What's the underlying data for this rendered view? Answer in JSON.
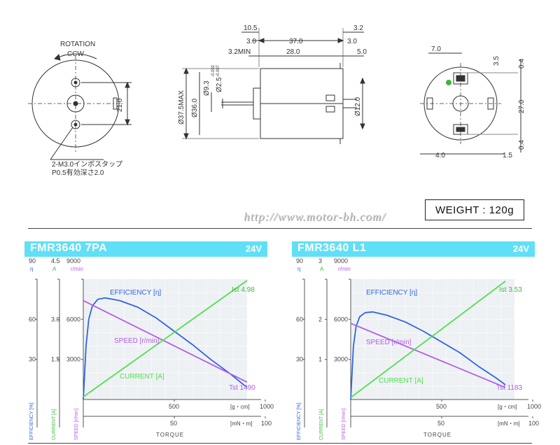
{
  "drawing": {
    "rotation_label": "ROTATION",
    "rotation_dir": "CCW",
    "tap_note_1": "2-M3.0インボスタップ",
    "tap_note_2": "P0.5有効深さ2.0",
    "dims": {
      "d21": "21.0",
      "d105": "10.5",
      "d32a": "3.2",
      "d30a": "3.0",
      "d370": "37.0",
      "d30b": "3.0",
      "d32min": "3.2MIN",
      "d280": "28.0",
      "d50": "5.0",
      "d375": "Ø37.5MAX",
      "d360": "Ø36.0",
      "d93": "Ø9.3",
      "d25": "Ø2.5",
      "tol_up": "-0.002",
      "tol_dn": "-0.007",
      "d120": "Ø12.0",
      "d70": "7.0",
      "d35": "3.5",
      "d04a": "0.4",
      "d270": "27.0",
      "d04b": "0.4",
      "d40": "4.0",
      "d15": "1.5"
    }
  },
  "weight": "WEIGHT : 120g",
  "url": "http://www.motor-bh.com/",
  "chart_data": [
    {
      "type": "line",
      "title": "FMR3640 7PA",
      "voltage": "24V",
      "xlabel": "TORQUE",
      "x_units_top": "[g・cm]",
      "x_units_bottom": "[mN・m]",
      "x_ticks_top": [
        "500",
        "1000"
      ],
      "x_ticks_bottom": [
        "50",
        "100"
      ],
      "xlim_gcm": [
        0,
        1000
      ],
      "axes": {
        "eta": {
          "label": "η",
          "ticks": [
            "30",
            "60",
            "90"
          ],
          "max": 90
        },
        "current": {
          "label": "A",
          "ticks": [
            "1.5",
            "3.0",
            "4.5"
          ],
          "max": 4.5
        },
        "speed": {
          "label": "r/min",
          "ticks": [
            "3000",
            "6000",
            "9000"
          ],
          "max": 9000
        }
      },
      "bottom_labels": [
        "EFFICIENCY [%]",
        "CURRENT [A]",
        "SPEED [r/min]"
      ],
      "series": [
        {
          "name": "EFFICIENCY [η]",
          "axis": "eta",
          "color": "#2f64e0",
          "x": [
            0,
            15,
            30,
            50,
            80,
            120,
            200,
            300,
            400,
            500,
            600,
            700,
            800,
            900
          ],
          "y": [
            0,
            40,
            60,
            70,
            75,
            76,
            74,
            69,
            61,
            51,
            41,
            30,
            20,
            9
          ]
        },
        {
          "name": "SPEED [r/min]",
          "axis": "speed",
          "color": "#b45de6",
          "x": [
            0,
            900
          ],
          "y": [
            7400,
            1300
          ]
        },
        {
          "name": "CURRENT [A]",
          "axis": "current",
          "color": "#4fe04f",
          "x": [
            0,
            900
          ],
          "y": [
            0.1,
            4.45
          ]
        }
      ],
      "annotations": [
        {
          "text": "Ist 4.98",
          "color": "#3dbf3d"
        },
        {
          "text": "Tst 1490",
          "color": "#b45de6"
        }
      ]
    },
    {
      "type": "line",
      "title": "FMR3640 L1",
      "voltage": "24V",
      "xlabel": "TORQUE",
      "x_units_top": "[g・cm]",
      "x_units_bottom": "[mN・m]",
      "x_ticks_top": [
        "500",
        "1000"
      ],
      "x_ticks_bottom": [
        "50",
        "100"
      ],
      "xlim_gcm": [
        0,
        1000
      ],
      "axes": {
        "eta": {
          "label": "η",
          "ticks": [
            "30",
            "60",
            "90"
          ],
          "max": 90
        },
        "current": {
          "label": "A",
          "ticks": [
            "1",
            "2",
            "3"
          ],
          "max": 3
        },
        "speed": {
          "label": "r/min",
          "ticks": [
            "3000",
            "6000",
            "9000"
          ],
          "max": 9000
        }
      },
      "bottom_labels": [
        "EFFICIENCY [%]",
        "CURRENT [A]",
        "SPEED [r/min]"
      ],
      "series": [
        {
          "name": "EFFICIENCY [η]",
          "axis": "eta",
          "color": "#2f64e0",
          "x": [
            0,
            15,
            30,
            50,
            80,
            120,
            200,
            300,
            400,
            500,
            600,
            700,
            800,
            850
          ],
          "y": [
            0,
            40,
            55,
            62,
            65,
            65.5,
            63,
            58,
            51,
            43,
            35,
            25,
            16,
            11
          ]
        },
        {
          "name": "SPEED [r/min]",
          "axis": "speed",
          "color": "#b45de6",
          "x": [
            0,
            850
          ],
          "y": [
            5700,
            900
          ]
        },
        {
          "name": "CURRENT [A]",
          "axis": "current",
          "color": "#4fe04f",
          "x": [
            0,
            850
          ],
          "y": [
            0.05,
            2.95
          ]
        }
      ],
      "annotations": [
        {
          "text": "Ist 3.53",
          "color": "#3dbf3d"
        },
        {
          "text": "Tst 1183",
          "color": "#b45de6"
        }
      ]
    }
  ]
}
